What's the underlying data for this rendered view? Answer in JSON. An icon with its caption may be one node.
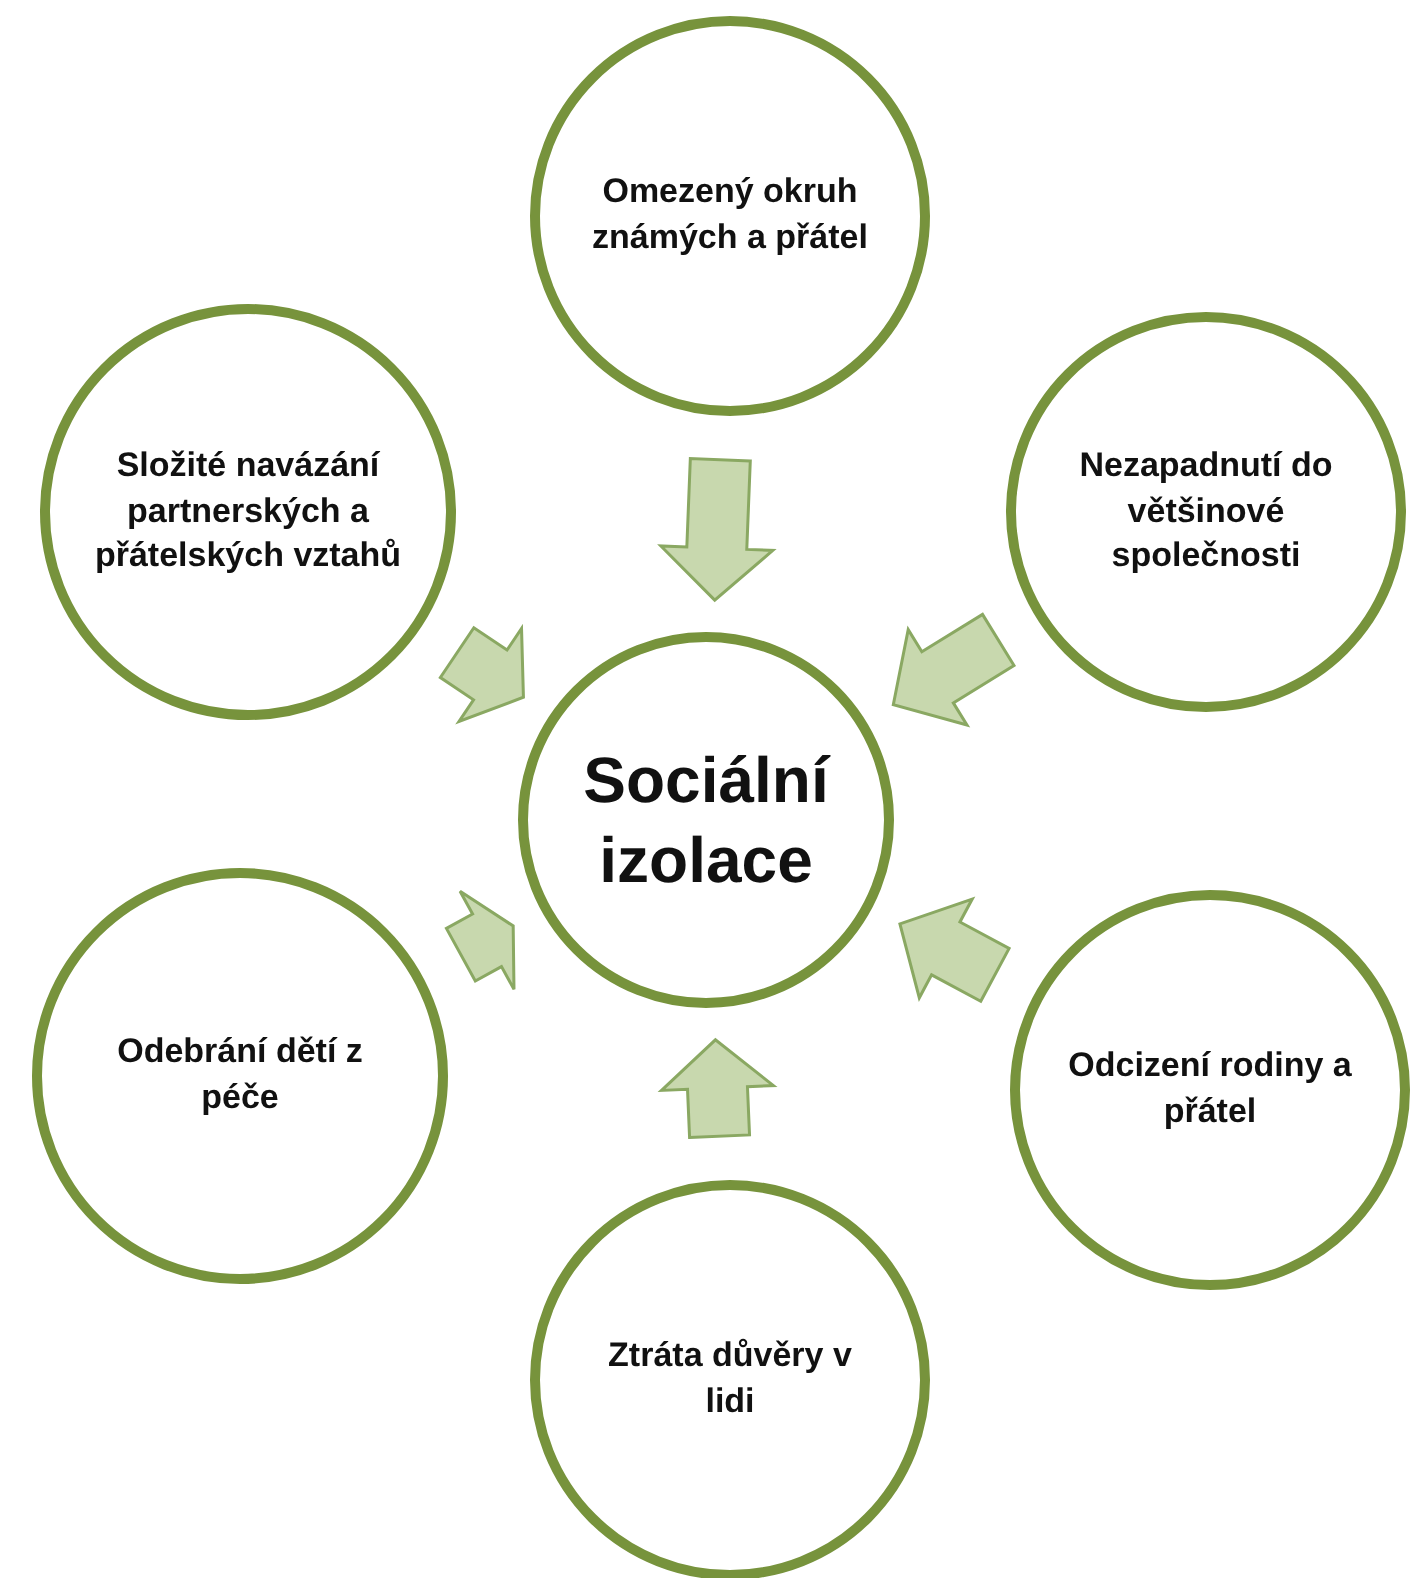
{
  "diagram": {
    "nodes": [
      {
        "text": [
          "Sociální izolace"
        ]
      },
      {
        "text": [
          "Omezený okruh známých a přátel"
        ]
      },
      {
        "text": [
          "Složité navázání partnerských a přátelských vztahů"
        ]
      },
      {
        "text": [
          "Nezapadnutí do  většinové společnosti"
        ]
      },
      {
        "text": [
          "Odebrání dětí z péče"
        ]
      },
      {
        "text": [
          "Odcizení rodiny a přátel"
        ]
      },
      {
        "text": [
          "Ztráta důvěry v lidi"
        ]
      }
    ],
    "edges": [
      {
        "from": 1,
        "to": 0,
        "arrow": "to"
      },
      {
        "from": 2,
        "to": 0,
        "arrow": "to"
      },
      {
        "from": 3,
        "to": 0,
        "arrow": "to"
      },
      {
        "from": 4,
        "to": 0,
        "arrow": "to"
      },
      {
        "from": 5,
        "to": 0,
        "arrow": "to"
      },
      {
        "from": 6,
        "to": 0,
        "arrow": "to"
      }
    ]
  }
}
